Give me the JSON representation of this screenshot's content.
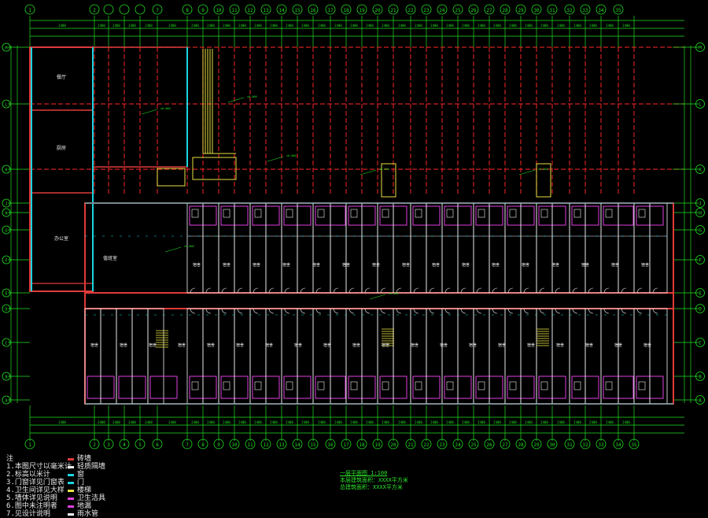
{
  "drawing": {
    "colors": {
      "background": "#000000",
      "axis": "#23e023",
      "wall": "#e03a3a",
      "partition": "#f0f0f0",
      "fixture": "#e040e0",
      "window": "#19d6e0",
      "stair": "#e8e040",
      "dimension": "#23e023",
      "grid_dash": "#d02020"
    },
    "axes_top": [
      "1",
      "2",
      "",
      "",
      "",
      "7",
      "8",
      "9",
      "10",
      "11",
      "12",
      "13",
      "14",
      "15",
      "16",
      "17",
      "18",
      "19",
      "20",
      "21",
      "22",
      "23",
      "24",
      "25",
      "26",
      "27",
      "28",
      "29",
      "30",
      "31",
      "32",
      "33",
      "34",
      "35"
    ],
    "axes_bottom": [
      "1",
      "2",
      "3",
      "4",
      "5",
      "6",
      "7",
      "8",
      "9",
      "10",
      "11",
      "12",
      "13",
      "14",
      "15",
      "16",
      "17",
      "18",
      "19",
      "20",
      "21",
      "22",
      "23",
      "24",
      "25",
      "26",
      "27",
      "28",
      "29",
      "30",
      "31",
      "32",
      "33",
      "34",
      "35"
    ],
    "axes_right": [
      "M",
      "L",
      "K",
      "J",
      "H",
      "G",
      "F",
      "E",
      "D",
      "C",
      "B",
      "A"
    ],
    "axes_left": [
      "M",
      "L",
      "K",
      "J",
      "H",
      "G",
      "F",
      "E",
      "D",
      "C",
      "B",
      "A"
    ],
    "room_labels_north": [
      "宿舍",
      "宿舍",
      "宿舍",
      "宿舍",
      "宿舍",
      "宿舍",
      "宿舍",
      "宿舍",
      "宿舍",
      "宿舍",
      "宿舍",
      "宿舍",
      "宿舍",
      "宿舍",
      "宿舍",
      "宿舍"
    ],
    "room_labels_south": [
      "宿舍",
      "宿舍",
      "宿舍",
      "宿舍",
      "宿舍",
      "宿舍",
      "宿舍",
      "宿舍",
      "宿舍",
      "宿舍",
      "宿舍",
      "宿舍",
      "宿舍",
      "宿舍",
      "宿舍",
      "宿舍",
      "宿舍",
      "宿舍",
      "宿舍",
      "宿舍"
    ],
    "west_rooms": [
      "餐厅",
      "厨房",
      "办公室",
      "值班室"
    ]
  },
  "legend": {
    "title": "注",
    "items": [
      "1.本图尺寸以毫米计",
      "2.标高以米计",
      "3.门窗详见门窗表",
      "4.卫生间详见大样",
      "5.墙体详见说明",
      "6.图中未注明者",
      "7.见设计说明"
    ]
  },
  "legend2": {
    "items": [
      {
        "label": "砖墙",
        "color": "#e03a3a"
      },
      {
        "label": "轻质隔墙",
        "color": "#f0f0f0"
      },
      {
        "label": "窗",
        "color": "#19d6e0"
      },
      {
        "label": "门",
        "color": "#19d6e0"
      },
      {
        "label": "楼梯",
        "color": "#e8e040"
      },
      {
        "label": "卫生洁具",
        "color": "#e040e0"
      },
      {
        "label": "地漏",
        "color": "#e040e0"
      },
      {
        "label": "雨水管",
        "color": "#f0f0f0"
      }
    ]
  },
  "notes": {
    "title": "一层平面图 1:100",
    "lines": [
      "本层建筑面积：XXXX平方米",
      "总建筑面积：XXXX平方米"
    ]
  }
}
